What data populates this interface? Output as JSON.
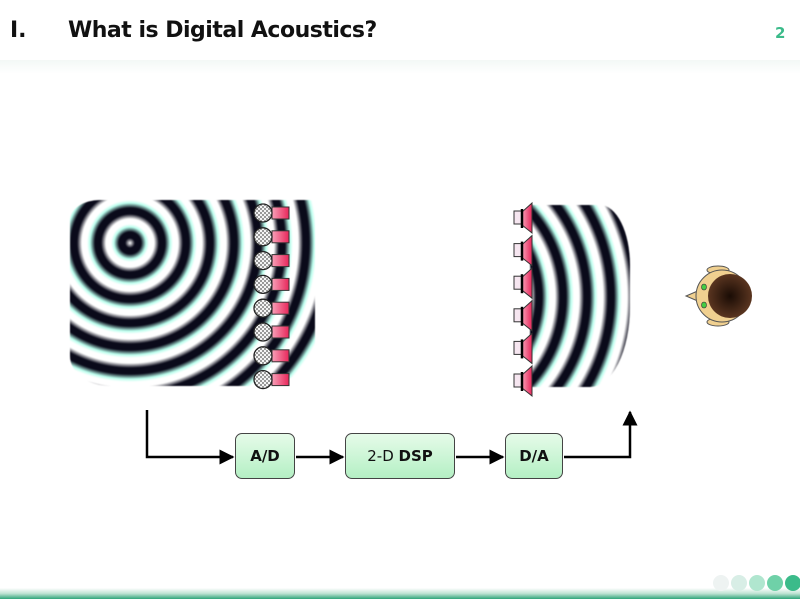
{
  "header": {
    "section_number": "I.",
    "title": "What is Digital Acoustics?",
    "page_number": "2"
  },
  "diagram": {
    "blocks": [
      {
        "label": "A/D"
      },
      {
        "label_prefix": "2-D ",
        "label_bold": "DSP"
      },
      {
        "label": "D/A"
      }
    ],
    "microphone_count": 8,
    "loudspeaker_count": 6
  },
  "colors": {
    "accent": "#3bbb8a",
    "block_fill": "#c8f5d2",
    "speaker_red": "#e8426a"
  },
  "footer": {
    "dots": [
      "#eef3f2",
      "#d8eee6",
      "#b0e6cf",
      "#6fd1a8",
      "#3bbb8a"
    ]
  }
}
